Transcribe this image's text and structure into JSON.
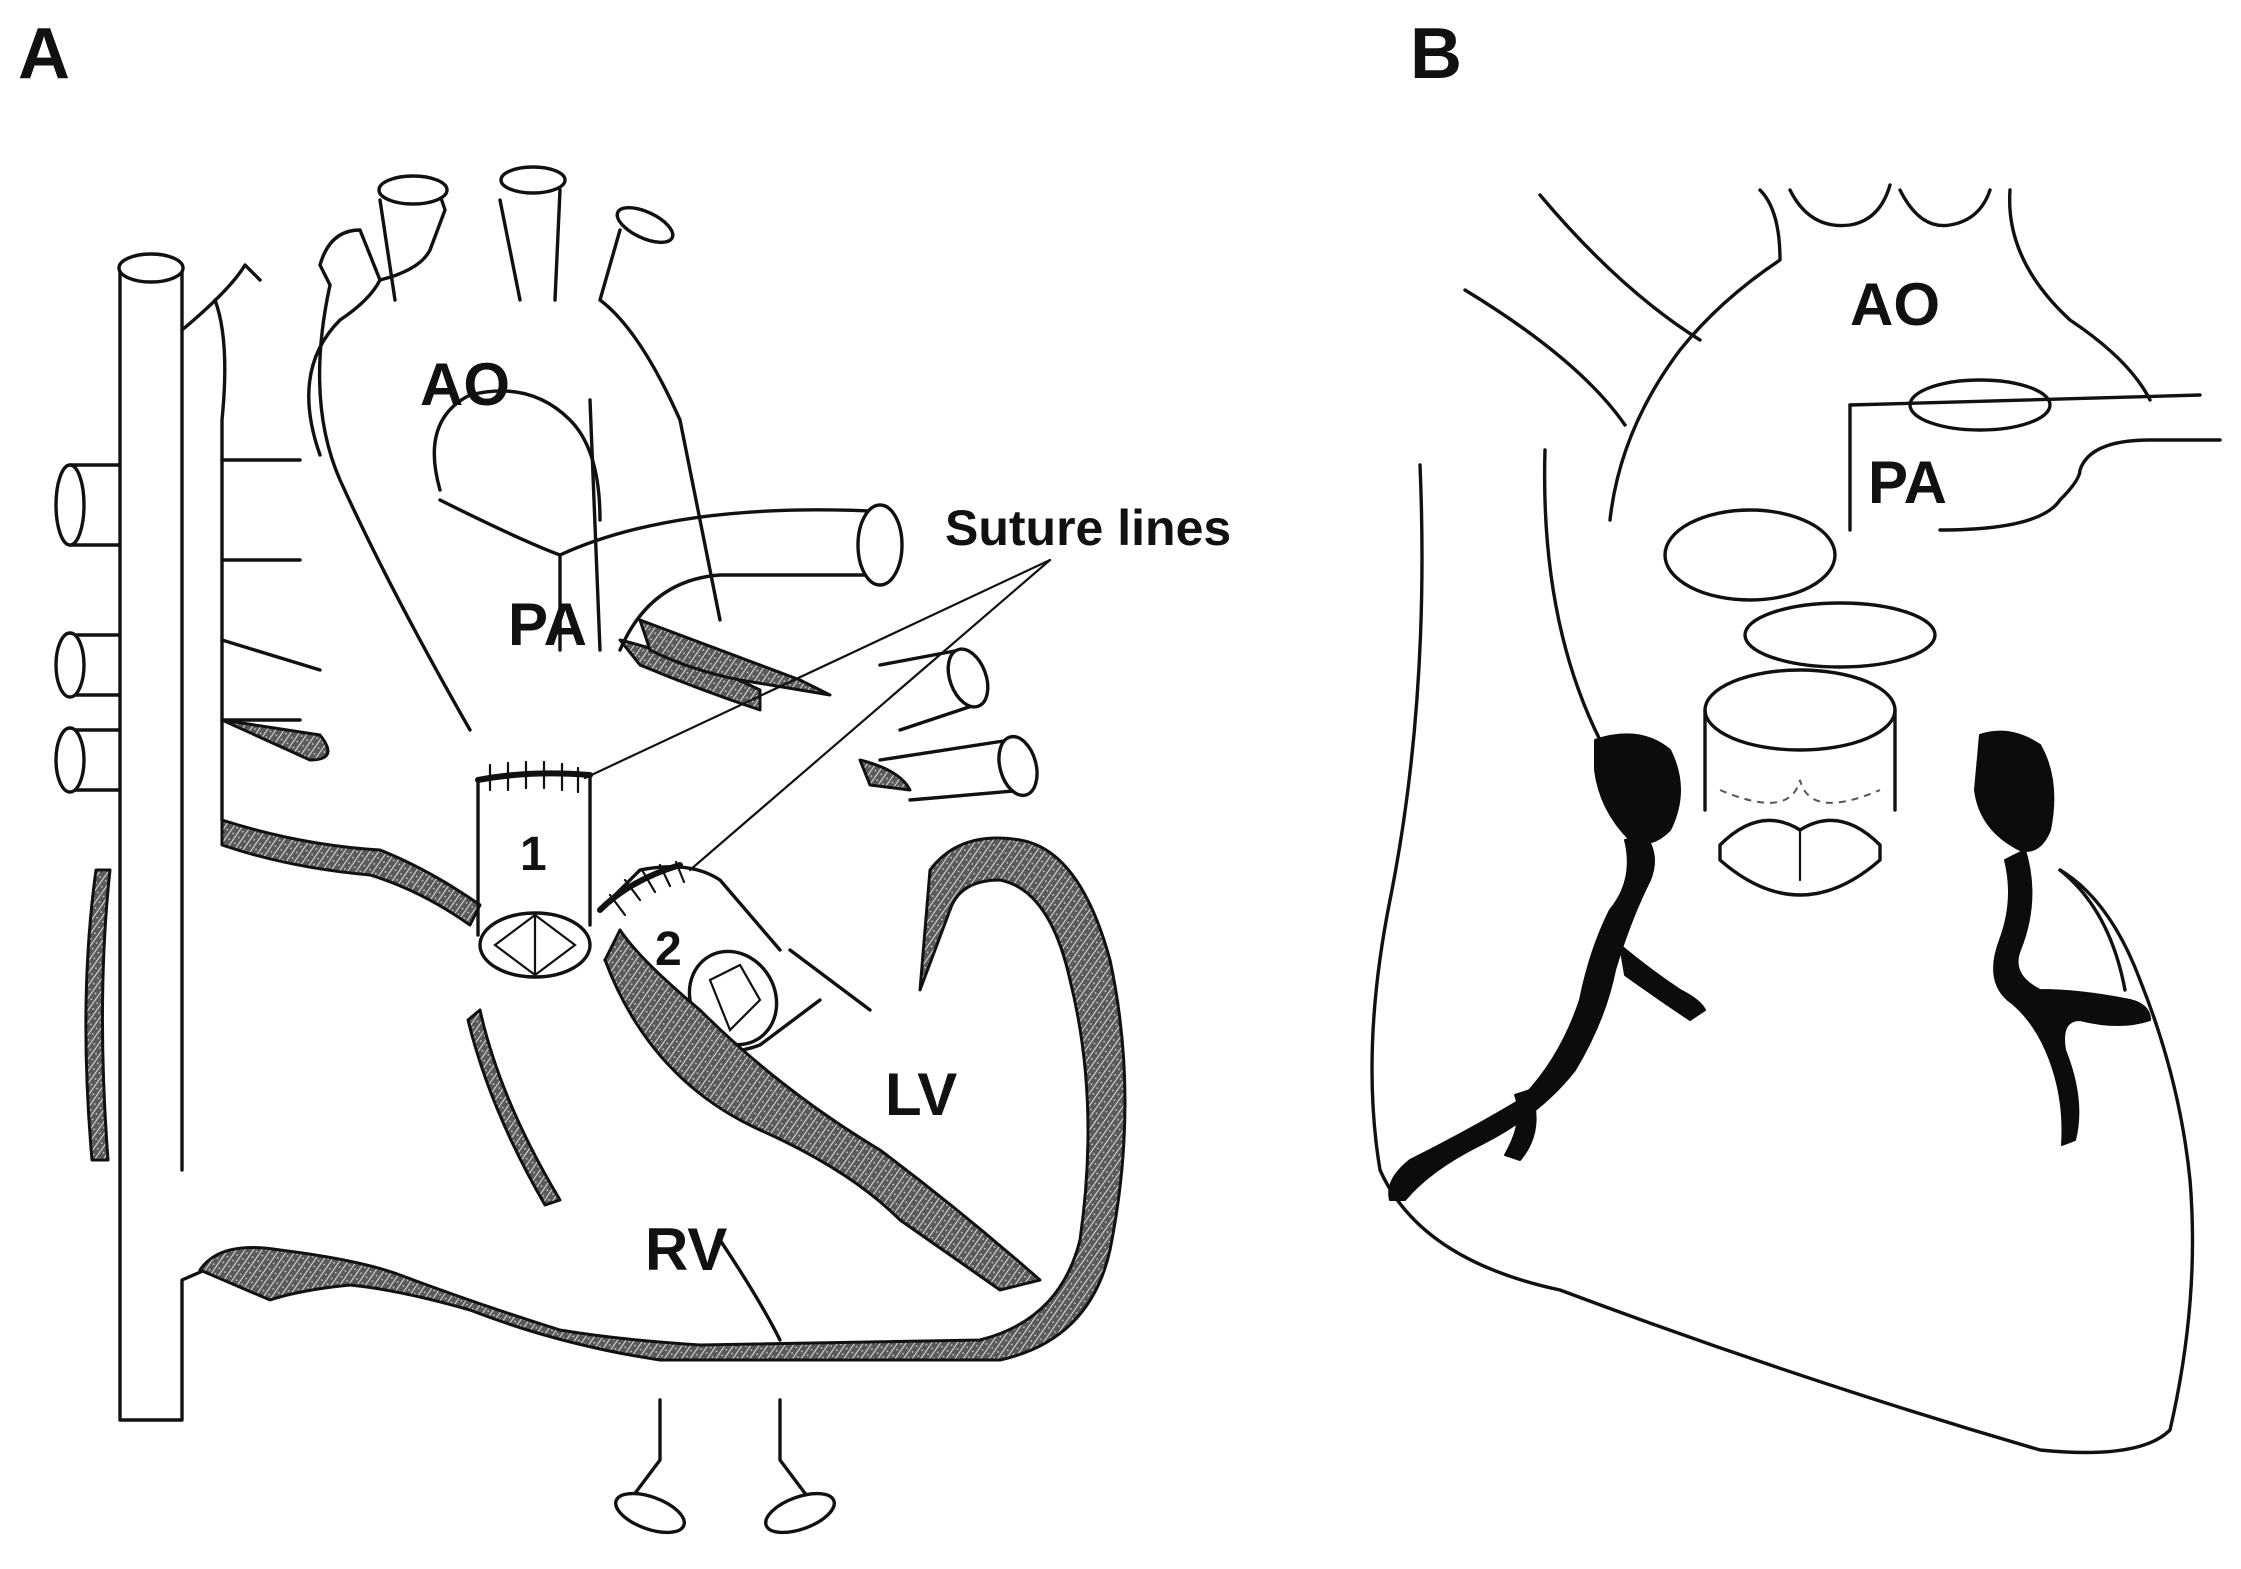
{
  "panels": {
    "a": {
      "letter": "A",
      "labels": {
        "ao": "AO",
        "pa": "PA",
        "lv": "LV",
        "rv": "RV",
        "conduit_1": "1",
        "conduit_2": "2"
      },
      "callout": "Suture lines"
    },
    "b": {
      "letter": "B",
      "labels": {
        "ao": "AO",
        "pa": "PA"
      }
    }
  }
}
